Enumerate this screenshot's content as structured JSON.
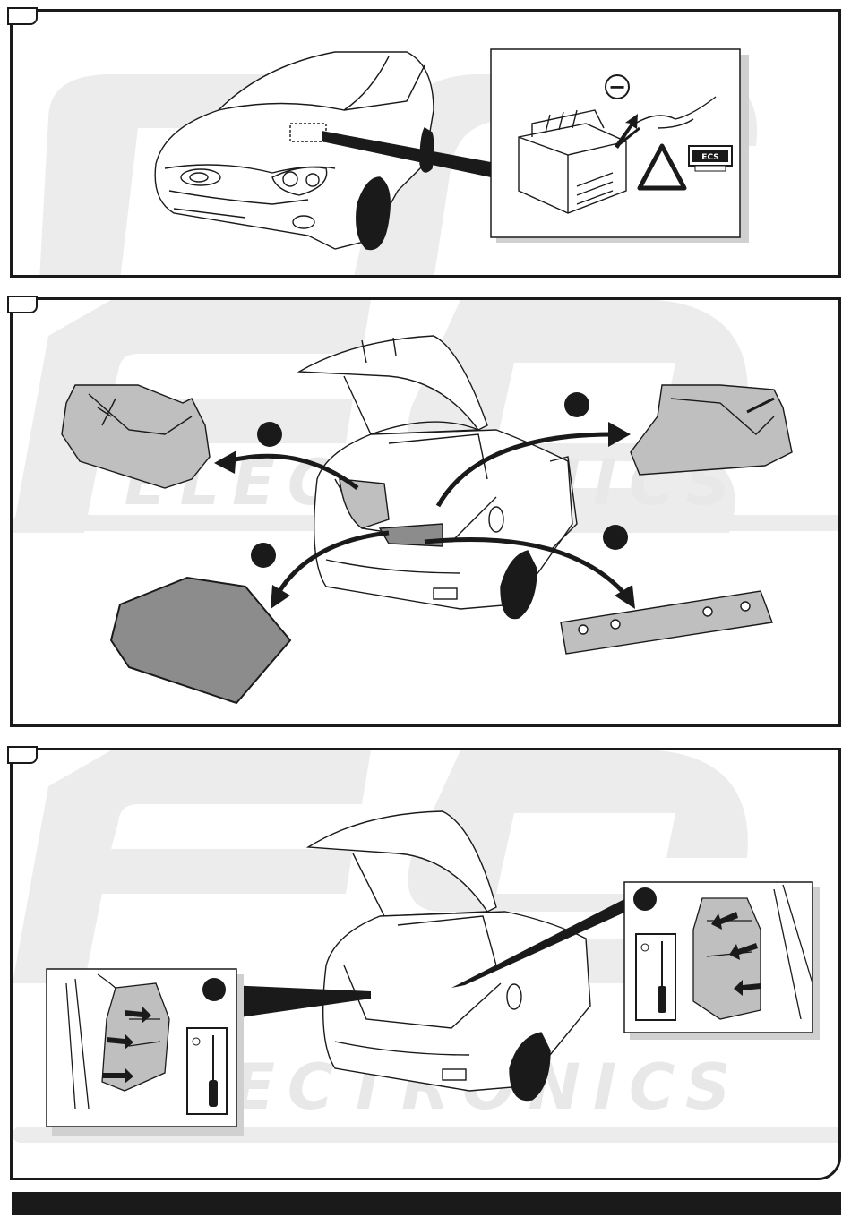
{
  "watermark": {
    "brand": "ECS",
    "word": "ELECTRONICS"
  },
  "step1": {
    "battery_symbol": "−",
    "label_text": "ECS"
  },
  "colors": {
    "line": "#1a1a1a",
    "trim_fill": "#bfbfbf",
    "mat_fill": "#8c8c8c",
    "watermark": "#ebebeb",
    "callout_dot": "#1a1a1a"
  }
}
